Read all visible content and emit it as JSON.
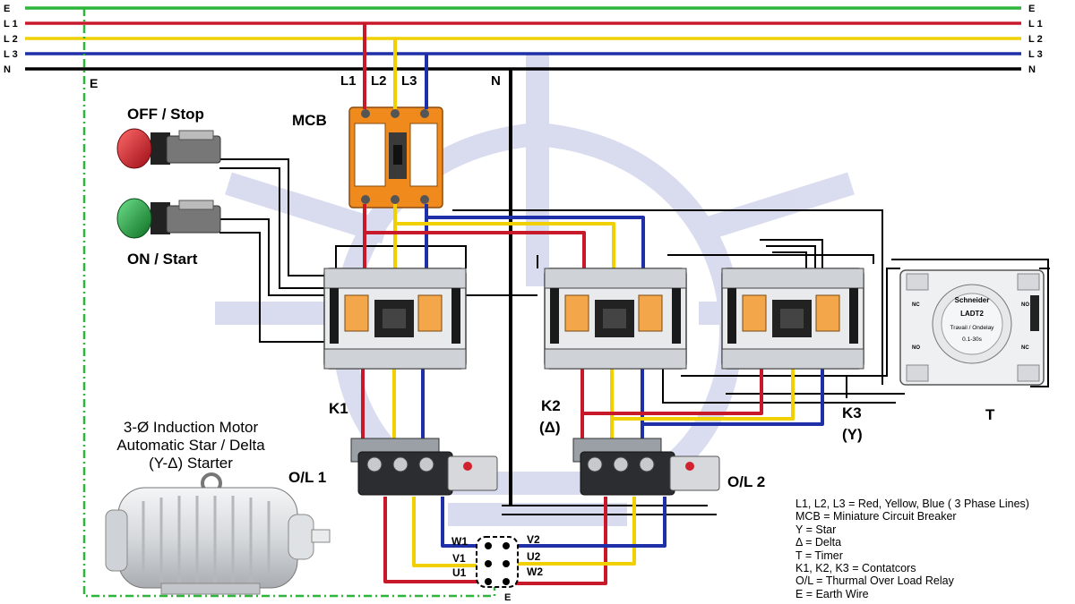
{
  "bus_labels": {
    "e": "E",
    "l1": "L 1",
    "l2": "L 2",
    "l3": "L 3",
    "n": "N"
  },
  "tap_labels": {
    "e": "E",
    "l1": "L1",
    "l2": "L2",
    "l3": "L3",
    "n": "N"
  },
  "components": {
    "mcb": "MCB",
    "off_stop": "OFF / Stop",
    "on_start": "ON / Start",
    "k1": "K1",
    "k2": "K2",
    "k2_sub": "(Δ)",
    "k3": "K3",
    "k3_sub": "(Y)",
    "timer": "T",
    "ol1": "O/L 1",
    "ol2": "O/L 2",
    "timer_brand": "Schneider",
    "timer_model": "LADT2",
    "timer_sub": "Travail / Ondelay",
    "timer_range": "0.1-30s",
    "timer_no": "NO",
    "timer_nc": "NC"
  },
  "title_lines": [
    "3-Ø Induction Motor",
    "Automatic Star / Delta",
    "(Y-Δ) Starter"
  ],
  "terminals": {
    "w1": "W1",
    "v1": "V1",
    "u1": "U1",
    "v2": "V2",
    "u2": "U2",
    "w2": "W2",
    "e": "E"
  },
  "legend": [
    "L1, L2, L3 = Red, Yellow, Blue ( 3 Phase Lines)",
    "MCB = Miniature Circuit Breaker",
    "Y = Star",
    "Δ = Delta",
    "T = Timer",
    "K1, K2, K3 = Contatcors",
    "O/L = Thurmal Over Load Relay",
    "E = Earth Wire"
  ],
  "colors": {
    "earth": "#2db53c",
    "l1": "#c8192b",
    "l2": "#f0d000",
    "l3": "#1f2fa8",
    "neutral": "#000000",
    "mcb": "#f08a1c",
    "contactor": "#e9eaec",
    "watermark": "#c9cce8",
    "button_off": "#d1202e",
    "button_on": "#1ba23a"
  }
}
